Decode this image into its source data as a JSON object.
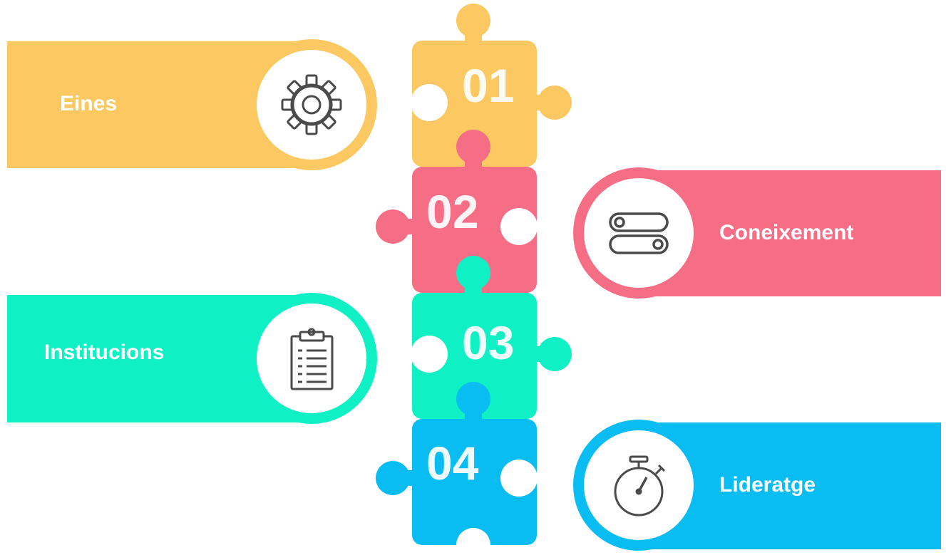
{
  "colors": {
    "yellow": "#fcc862",
    "pink": "#f56e86",
    "teal": "#0ff0c4",
    "blue": "#09bdf2",
    "icon_stroke": "#4a4a4a"
  },
  "steps": [
    {
      "number": "01",
      "label": "Eines",
      "icon": "gear-icon"
    },
    {
      "number": "02",
      "label": "Coneixement",
      "icon": "toggle-switches-icon"
    },
    {
      "number": "03",
      "label": "Institucions",
      "icon": "clipboard-icon"
    },
    {
      "number": "04",
      "label": "Lideratge",
      "icon": "stopwatch-icon"
    }
  ]
}
